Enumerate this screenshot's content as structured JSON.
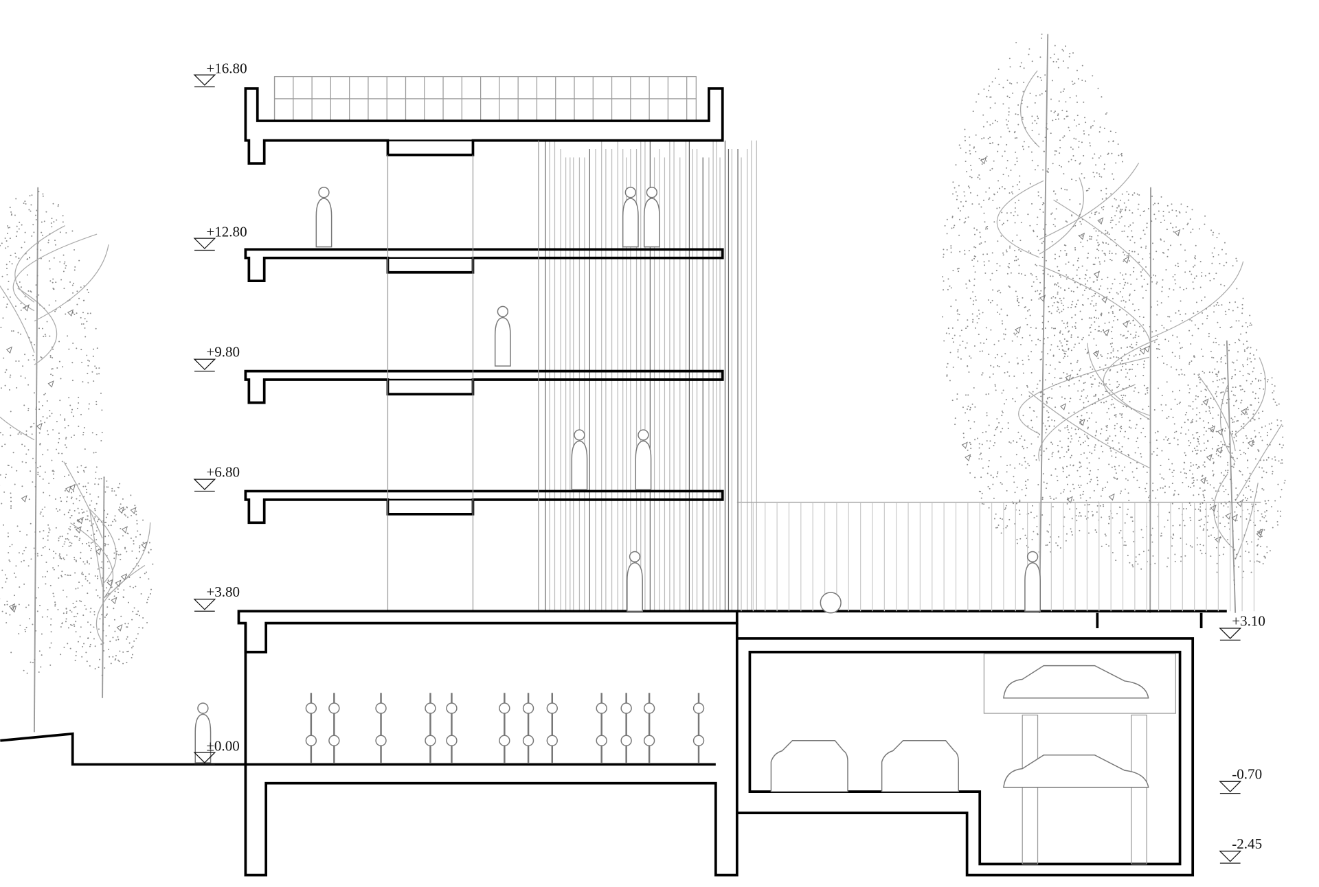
{
  "drawing": {
    "levels": {
      "roof": "+16.80",
      "l4": "+12.80",
      "l3": "+9.80",
      "l2": "+6.80",
      "l1": "+3.80",
      "ground": "±0.00",
      "terrace": "+3.10",
      "garage_upper": "-0.70",
      "garage_lower": "-2.45"
    },
    "colors": {
      "cut": "#000000",
      "elevation": "#999999",
      "foliage": "#8a8a8a"
    }
  }
}
